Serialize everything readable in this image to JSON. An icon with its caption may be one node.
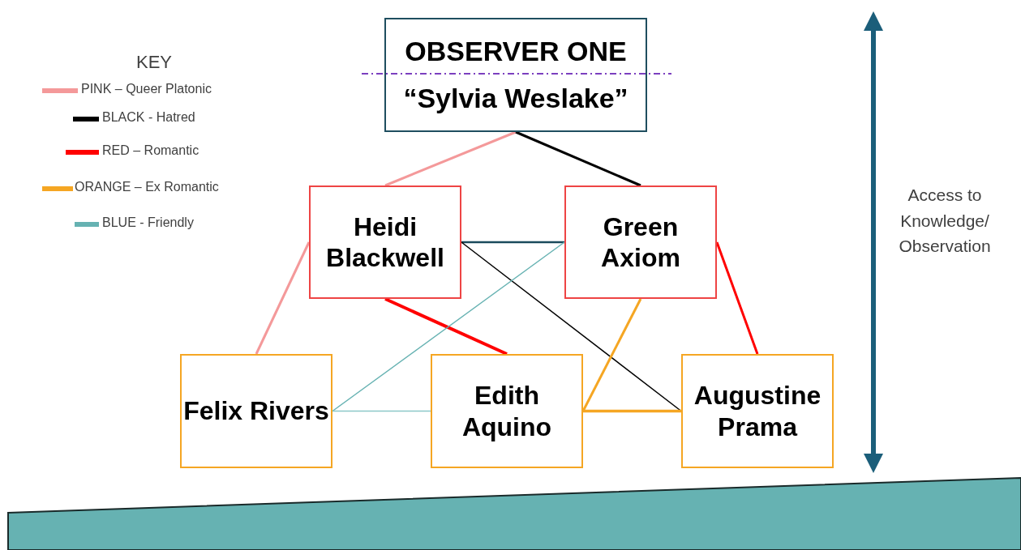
{
  "diagram": {
    "nodes": [
      {
        "text": [
          "OBSERVER ONE",
          "“Sylvia Weslake”"
        ]
      },
      {
        "text": [
          "Heidi Blackwell"
        ]
      },
      {
        "text": [
          "Green Axiom"
        ]
      },
      {
        "text": [
          "Felix Rivers"
        ]
      },
      {
        "text": [
          "Edith Aquino"
        ]
      },
      {
        "text": [
          "Augustine Prama"
        ]
      }
    ],
    "edges": [
      {
        "from": 0,
        "to": 1,
        "arrow": "none",
        "color": "#f4999a"
      },
      {
        "from": 0,
        "to": 2,
        "arrow": "none",
        "color": "#000000"
      },
      {
        "from": 1,
        "to": 3,
        "arrow": "none",
        "color": "#f4999a"
      },
      {
        "from": 1,
        "to": 4,
        "arrow": "none",
        "color": "#ff0000"
      },
      {
        "from": 1,
        "to": 2,
        "arrow": "none",
        "color": "#1a4a5c"
      },
      {
        "from": 1,
        "to": 5,
        "arrow": "none",
        "color": "#000000"
      },
      {
        "from": 2,
        "to": 3,
        "arrow": "none",
        "color": "#66b2b2"
      },
      {
        "from": 2,
        "to": 4,
        "arrow": "none",
        "color": "#f5a623"
      },
      {
        "from": 2,
        "to": 5,
        "arrow": "none",
        "color": "#ff0000"
      },
      {
        "from": 3,
        "to": 4,
        "arrow": "none",
        "color": "#8cc8c8"
      },
      {
        "from": 4,
        "to": 5,
        "arrow": "none",
        "color": "#f5a623"
      }
    ],
    "labels": [
      "KEY",
      "Access to Knowledge/ Observation"
    ],
    "legend": [
      {
        "text": "PINK – Queer Platonic",
        "color": "#f4999a"
      },
      {
        "text": "BLACK - Hatred",
        "color": "#000000"
      },
      {
        "text": "RED – Romantic",
        "color": "#ff0000"
      },
      {
        "text": "ORANGE – Ex Romantic",
        "color": "#f5a623"
      },
      {
        "text": "BLUE - Friendly",
        "color": "#66b2b2"
      }
    ]
  }
}
